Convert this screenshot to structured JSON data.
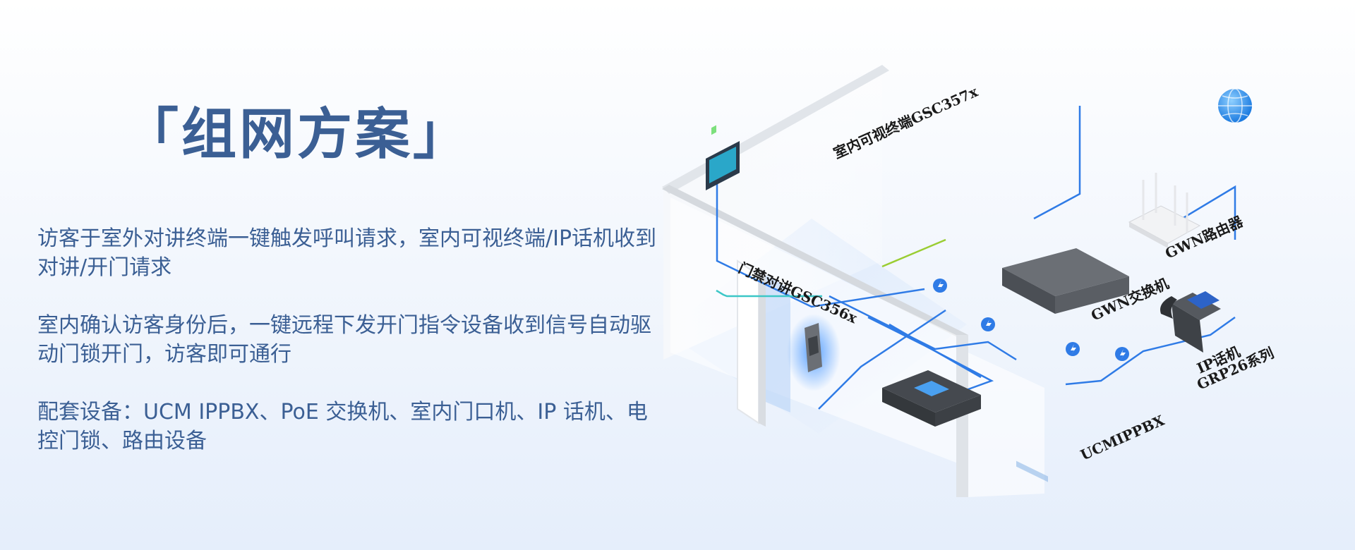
{
  "title": "「组网方案」",
  "paragraphs": [
    "访客于室外对讲终端一键触发呼叫请求，室内可视终端/IP话机收到对讲/开门请求",
    "室内确认访客身份后，一键远程下发开门指令设备收到信号自动驱动门锁开门，访客即可通行",
    "配套设备：UCM IPPBX、PoE 交换机、室内门口机、IP 话机、电控门锁、路由设备"
  ],
  "diagram": {
    "labels": {
      "indoor_terminal": "室内可视终端GSC357x",
      "door_intercom": "门禁对讲GSC356x",
      "switch": "GWN交换机",
      "router": "GWN路由器",
      "ip_phone_line1": "IP话机",
      "ip_phone_line2": "GRP26系列",
      "ucm": "UCMIPPBX"
    },
    "icons": [
      "globe-icon",
      "poe-bolt-icon"
    ],
    "colors": {
      "title_text": "#3b5f94",
      "network_line": "#2f7be6",
      "uplink_line": "#9acd32",
      "door_line": "#3cc7c7"
    }
  }
}
